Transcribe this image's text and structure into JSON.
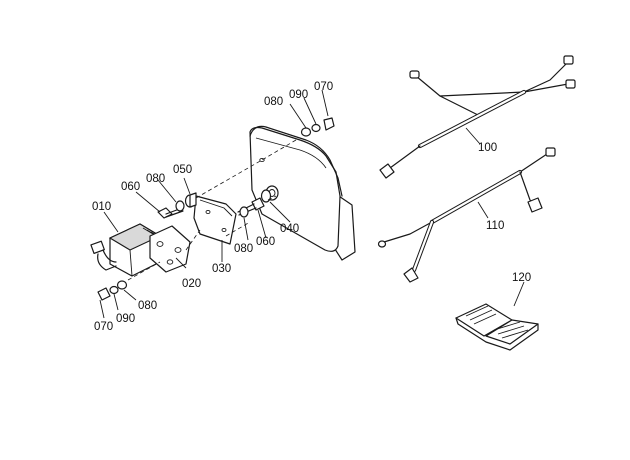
{
  "labels": {
    "p010": "010",
    "p020": "020",
    "p030": "030",
    "p040": "040",
    "p050": "050",
    "p060a": "060",
    "p060b": "060",
    "p070a": "070",
    "p070b": "070",
    "p080a": "080",
    "p080b": "080",
    "p080c": "080",
    "p080d": "080",
    "p090a": "090",
    "p090b": "090",
    "p100": "100",
    "p110": "110",
    "p120": "120"
  }
}
